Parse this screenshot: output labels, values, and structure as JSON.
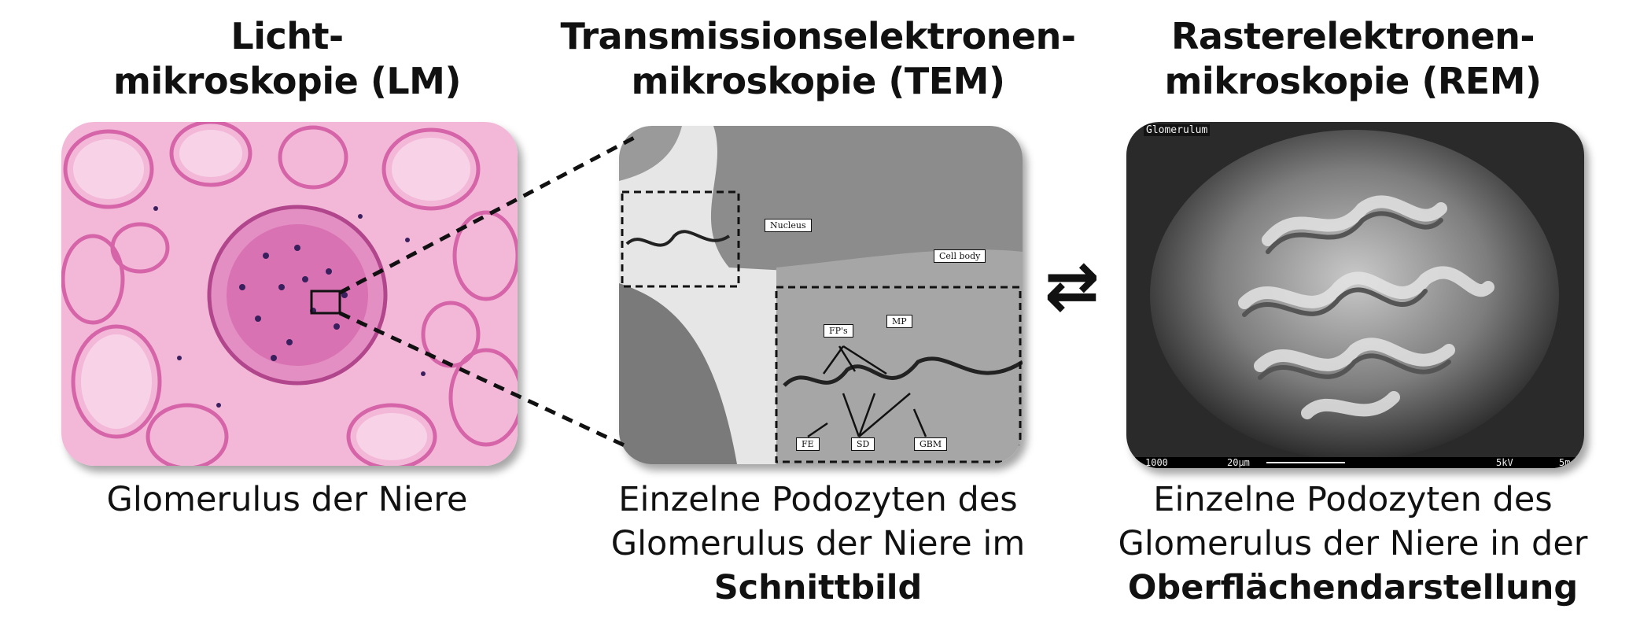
{
  "columns": [
    {
      "title_lines": [
        "Licht-",
        "mikroskopie (LM)"
      ],
      "caption_lines": [
        "Glomerulus der Niere"
      ],
      "caption_bold": ""
    },
    {
      "title_lines": [
        "Transmissionselektronen-",
        "mikroskopie (TEM)"
      ],
      "caption_lines": [
        "Einzelne Podozyten des",
        "Glomerulus der Niere im"
      ],
      "caption_bold": "Schnittbild"
    },
    {
      "title_lines": [
        "Rasterelektronen-",
        "mikroskopie (REM)"
      ],
      "caption_lines": [
        "Einzelne Podozyten des",
        "Glomerulus der Niere in der"
      ],
      "caption_bold": "Oberflächendarstellung"
    }
  ],
  "tem_labels": {
    "nucleus": "Nucleus",
    "cell_body": "Cell body",
    "fps": "FP's",
    "mp": "MP",
    "fe": "FE",
    "sd": "SD",
    "gbm": "GBM"
  },
  "rem_labels": {
    "tag": "Glomerulum",
    "mag": "1000",
    "scale": "20µm",
    "kv": "5kV",
    "right": "5m"
  },
  "exchange_symbol": "⇄",
  "colors": {
    "lm_background": "#f3b8d8",
    "lm_stain": "#d565a8",
    "lm_nuclei": "#3a1f5e",
    "tem_background": "#e6e6e6",
    "rem_background": "#2a2a2a"
  }
}
